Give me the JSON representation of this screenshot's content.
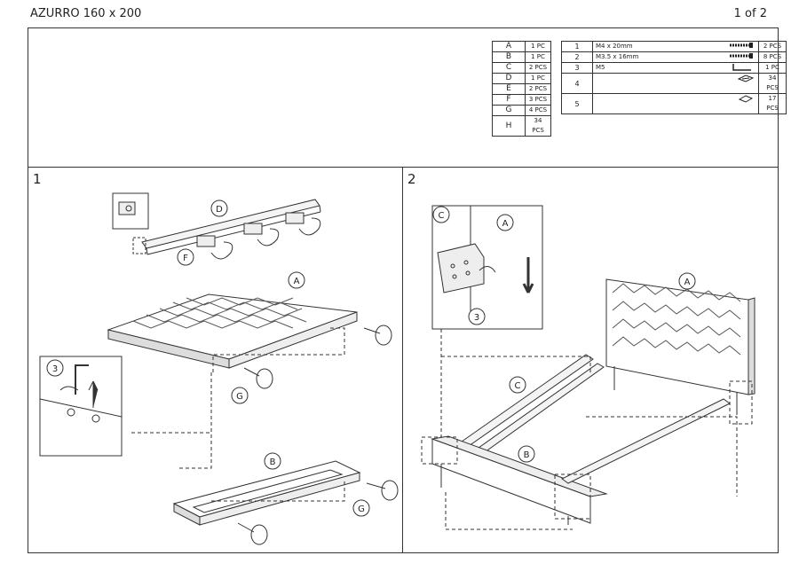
{
  "header": {
    "title": "AZURRO 160 x 200",
    "page": "1 of 2"
  },
  "parts_letters": [
    {
      "letter": "A",
      "qty": "1 PC"
    },
    {
      "letter": "B",
      "qty": "1 PC"
    },
    {
      "letter": "C",
      "qty": "2 PCS"
    },
    {
      "letter": "D",
      "qty": "1 PC"
    },
    {
      "letter": "E",
      "qty": "2 PCS"
    },
    {
      "letter": "F",
      "qty": "3 PCS"
    },
    {
      "letter": "G",
      "qty": "4 PCS"
    },
    {
      "letter": "H",
      "qty": "34 PCS"
    }
  ],
  "hardware": [
    {
      "num": "1",
      "desc": "M4 x 20mm",
      "qty": "2 PCS",
      "icon": "screw-icon"
    },
    {
      "num": "2",
      "desc": "M3.5 x 16mm",
      "qty": "8 PCS",
      "icon": "screw-icon"
    },
    {
      "num": "3",
      "desc": "M5",
      "qty": "1 PC",
      "icon": "allen-key-icon"
    },
    {
      "num": "4",
      "desc": "",
      "qty": "34 PCS",
      "icon": "slat-holder-icon"
    },
    {
      "num": "5",
      "desc": "",
      "qty": "17 PCS",
      "icon": "cap-icon"
    }
  ],
  "steps": [
    {
      "number": "1",
      "callouts": [
        "D",
        "F",
        "A",
        "3",
        "G",
        "B",
        "G"
      ]
    },
    {
      "number": "2",
      "callouts": [
        "C",
        "A",
        "3",
        "A",
        "C",
        "B"
      ]
    }
  ]
}
